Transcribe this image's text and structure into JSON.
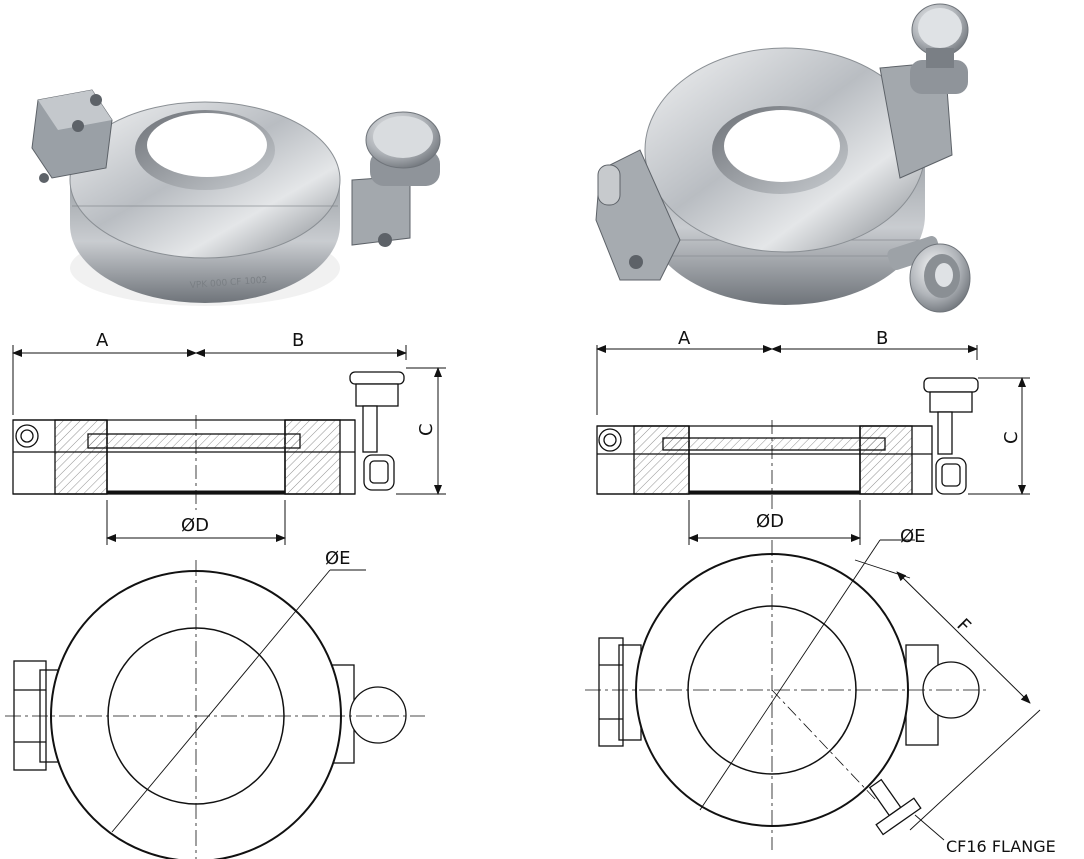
{
  "diagram": {
    "left": {
      "photo": "photo-hinged-clamp-viewport",
      "dims": {
        "a": "A",
        "b": "B",
        "c": "C",
        "d": "ØD",
        "e": "ØE"
      }
    },
    "right": {
      "photo": "photo-hinged-clamp-viewport-with-port",
      "dims": {
        "a": "A",
        "b": "B",
        "c": "C",
        "d": "ØD",
        "e": "ØE",
        "f": "F"
      },
      "flange_label": "CF16 FLANGE"
    }
  },
  "colors": {
    "line": "#111111",
    "steel_light": "#e6e8ea",
    "steel_mid": "#a9adb2",
    "steel_dark": "#6e7378"
  }
}
